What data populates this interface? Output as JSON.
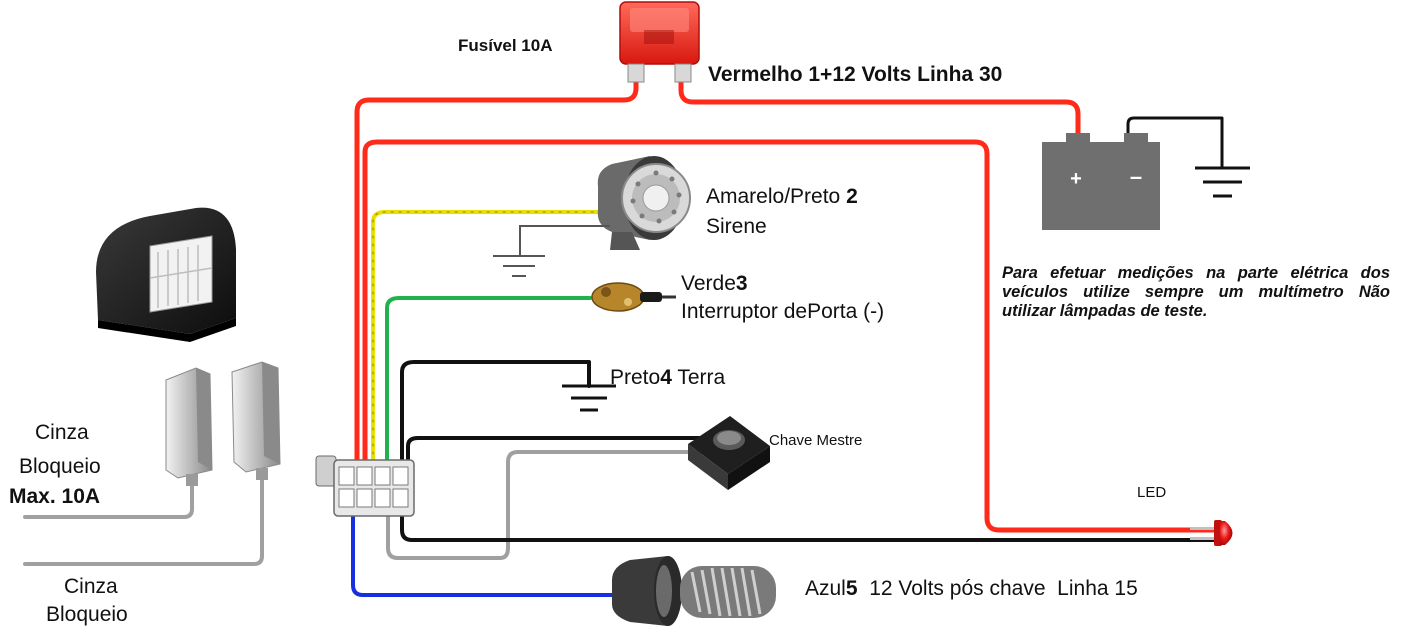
{
  "labels": {
    "fuse": "Fusível 10A",
    "red_wire": "Vermelho 1+12 Volts Linha 30",
    "siren_wire": "Amarelo/Preto ",
    "siren_num": "2",
    "siren_name": "Sirene",
    "door_wire": "Verde",
    "door_num": "3",
    "door_name": "Interruptor dePorta (-)",
    "ground_wire": "Preto",
    "ground_num": "4",
    "ground_name": " Terra",
    "master_key": "Chave Mestre",
    "led": "LED",
    "blue_wire": "Azul",
    "blue_num": "5",
    "blue_name": "  12 Volts pós chave  Linha 15",
    "cinza1_a": "Cinza",
    "cinza1_b": "Bloqueio",
    "cinza1_c": "Max. 10A",
    "cinza2_a": "Cinza",
    "cinza2_b": "Bloqueio"
  },
  "note": "Para efetuar medições na parte elétrica dos veículos utilize sempre um multímetro Não utilizar lâmpadas de teste.",
  "battery": {
    "plus": "+",
    "minus": "–"
  },
  "colors": {
    "red": "#ff2a1a",
    "yellow": "#e8e000",
    "green": "#22b14c",
    "black": "#111111",
    "gray": "#a0a0a0",
    "blue": "#1530e0",
    "battery": "#6f6f6f"
  }
}
